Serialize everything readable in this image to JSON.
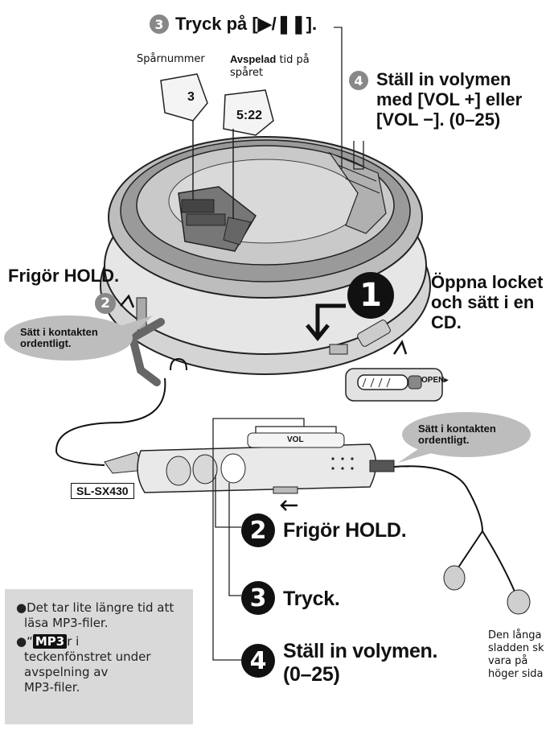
{
  "top_step": {
    "number": "3",
    "text": "Tryck på [▶/❚❚]."
  },
  "track_label": "Spårnummer",
  "track_value": "3",
  "time_label_bold": "Avspelad",
  "time_label_rest": " tid på spåret",
  "time_value": "5:22",
  "vol_step": {
    "number": "4",
    "lines": [
      "Ställ in volymen",
      "med [VOL +] eller",
      "[VOL −]. (0–25)"
    ]
  },
  "hold_left": {
    "text": "Frigör HOLD.",
    "number": "2"
  },
  "open_step": {
    "number": "1",
    "lines": [
      "Öppna locket",
      "och sätt i en",
      "CD."
    ]
  },
  "bubble_left": [
    "Sätt i kontakten",
    "ordentligt."
  ],
  "bubble_right": [
    "Sätt i kontakten",
    "ordentligt."
  ],
  "open_label": "OPEN▸",
  "vol_label": "VOL",
  "model_label": "SL-SX430",
  "remote_steps": [
    {
      "number": "2",
      "text": "Frigör HOLD."
    },
    {
      "number": "3",
      "text": "Tryck."
    },
    {
      "number": "4",
      "text": "Ställ in volymen.",
      "sub": "(0–25)"
    }
  ],
  "notes": {
    "line1a": "Det tar lite längre tid att",
    "line1b": "läsa MP3-filer.",
    "badge": "MP3",
    "line2a": "r i",
    "line2b": "teckenfönstret under",
    "line2c": "avspelning av",
    "line2d": "MP3-filer."
  },
  "earphone_note": [
    "Den långa",
    "sladden sk",
    "vara på",
    "höger sida"
  ]
}
